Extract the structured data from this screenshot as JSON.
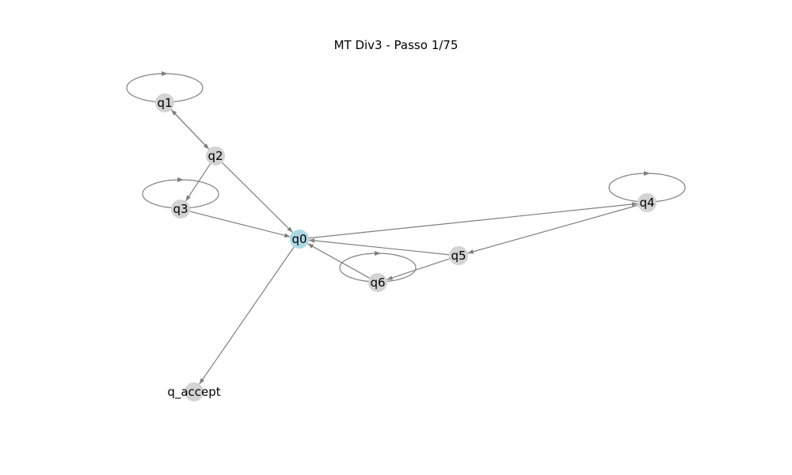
{
  "title": "MT Div3 - Passo 1/75",
  "colors": {
    "node_default": "#d3d3d3",
    "node_active": "#add8e6",
    "edge": "#808080",
    "text": "#000000"
  },
  "graph": {
    "active_state": "q0",
    "nodes": [
      {
        "id": "q0",
        "label": "q0"
      },
      {
        "id": "q1",
        "label": "q1"
      },
      {
        "id": "q2",
        "label": "q2"
      },
      {
        "id": "q3",
        "label": "q3"
      },
      {
        "id": "q4",
        "label": "q4"
      },
      {
        "id": "q5",
        "label": "q5"
      },
      {
        "id": "q6",
        "label": "q6"
      },
      {
        "id": "q_accept",
        "label": "q_accept"
      }
    ],
    "edges": [
      {
        "from": "q1",
        "to": "q1"
      },
      {
        "from": "q1",
        "to": "q2"
      },
      {
        "from": "q2",
        "to": "q1"
      },
      {
        "from": "q2",
        "to": "q3"
      },
      {
        "from": "q3",
        "to": "q3"
      },
      {
        "from": "q3",
        "to": "q0"
      },
      {
        "from": "q2",
        "to": "q0"
      },
      {
        "from": "q0",
        "to": "q4"
      },
      {
        "from": "q4",
        "to": "q4"
      },
      {
        "from": "q4",
        "to": "q5"
      },
      {
        "from": "q5",
        "to": "q0"
      },
      {
        "from": "q5",
        "to": "q6"
      },
      {
        "from": "q6",
        "to": "q6"
      },
      {
        "from": "q6",
        "to": "q0"
      },
      {
        "from": "q0",
        "to": "q_accept"
      }
    ]
  }
}
